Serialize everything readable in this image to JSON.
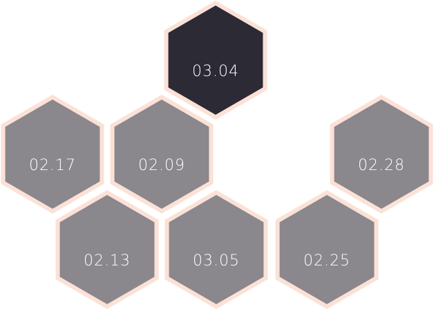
{
  "colors": {
    "tile_fill": "#8a878d",
    "active_fill": "#2b2a35",
    "tile_border": "#fbe1d6",
    "label": "#ffffff"
  },
  "tiles": [
    {
      "label": "03.04",
      "active": true
    },
    {
      "label": "02.17",
      "active": false
    },
    {
      "label": "02.09",
      "active": false
    },
    {
      "label": "02.28",
      "active": false
    },
    {
      "label": "02.13",
      "active": false
    },
    {
      "label": "03.05",
      "active": false
    },
    {
      "label": "02.25",
      "active": false
    }
  ]
}
